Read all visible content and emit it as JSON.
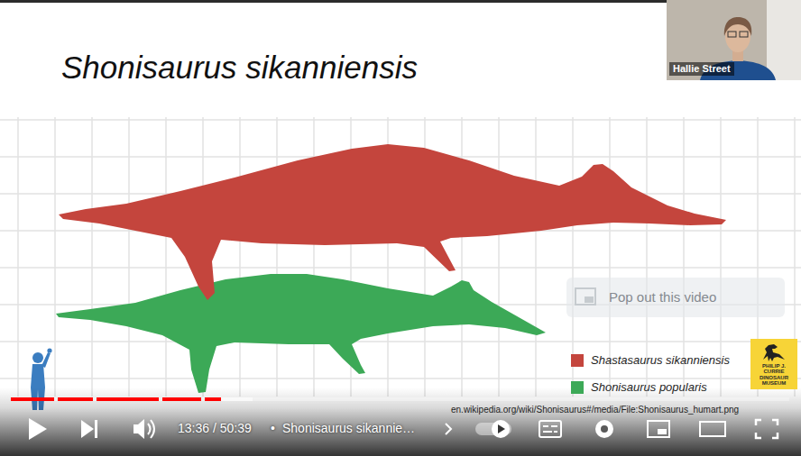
{
  "diagram": {
    "title": "Shonisaurus sikanniensis",
    "nodes": [
      {
        "text": [
          "Hallie Street"
        ]
      },
      {
        "text": [
          "Pop out this video"
        ]
      },
      {
        "text": [
          "PHILIP J. CURRIE DINOSAUR MUSEUM"
        ]
      }
    ],
    "labels": [
      "13:36 / 50:39",
      "•",
      "Shonisaurus sikannie…",
      "en.wikipedia.org/wiki/Shonisaurus#/media/File:Shonisaurus_humart.png"
    ],
    "legend": [
      {
        "text": "Shastasaurus sikanniensis",
        "color": "#c4453d"
      },
      {
        "text": "Shonisaurus popularis",
        "color": "#3ca957"
      }
    ]
  }
}
